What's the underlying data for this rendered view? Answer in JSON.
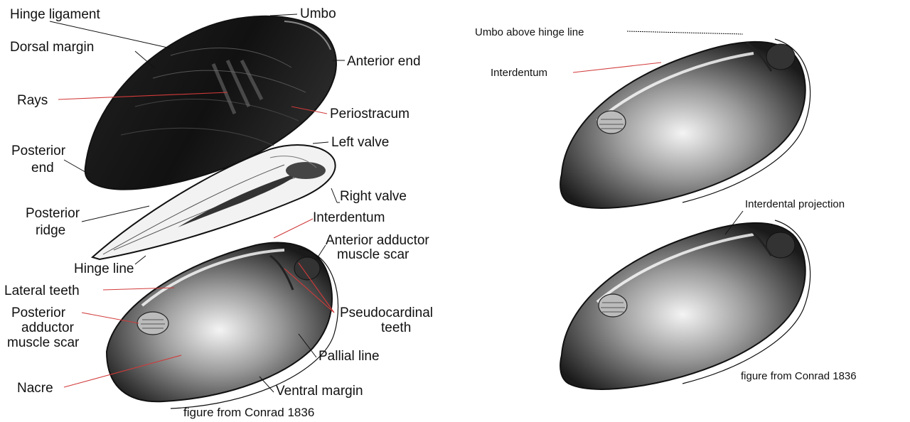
{
  "left_figure": {
    "labels": {
      "hinge_ligament": "Hinge ligament",
      "umbo": "Umbo",
      "dorsal_margin": "Dorsal margin",
      "anterior_end": "Anterior end",
      "rays": "Rays",
      "periostracum": "Periostracum",
      "posterior_end_1": "Posterior",
      "posterior_end_2": "end",
      "left_valve": "Left valve",
      "right_valve": "Right valve",
      "posterior_ridge_1": "Posterior",
      "posterior_ridge_2": "ridge",
      "interdentum": "Interdentum",
      "anterior_adductor_1": "Anterior adductor",
      "anterior_adductor_2": "muscle scar",
      "hinge_line": "Hinge line",
      "lateral_teeth": "Lateral teeth",
      "posterior_adductor_1": "Posterior",
      "posterior_adductor_2": "adductor",
      "posterior_adductor_3": "muscle scar",
      "pseudocardinal_1": "Pseudocardinal",
      "pseudocardinal_2": "teeth",
      "pallial_line": "Pallial line",
      "nacre": "Nacre",
      "ventral_margin": "Ventral margin"
    },
    "caption": "figure from Conrad 1836"
  },
  "right_figure": {
    "labels": {
      "umbo_above_hinge": "Umbo above hinge line",
      "interdentum": "Interdentum",
      "interdental_projection": "Interdental projection"
    },
    "caption": "figure from Conrad 1836"
  }
}
